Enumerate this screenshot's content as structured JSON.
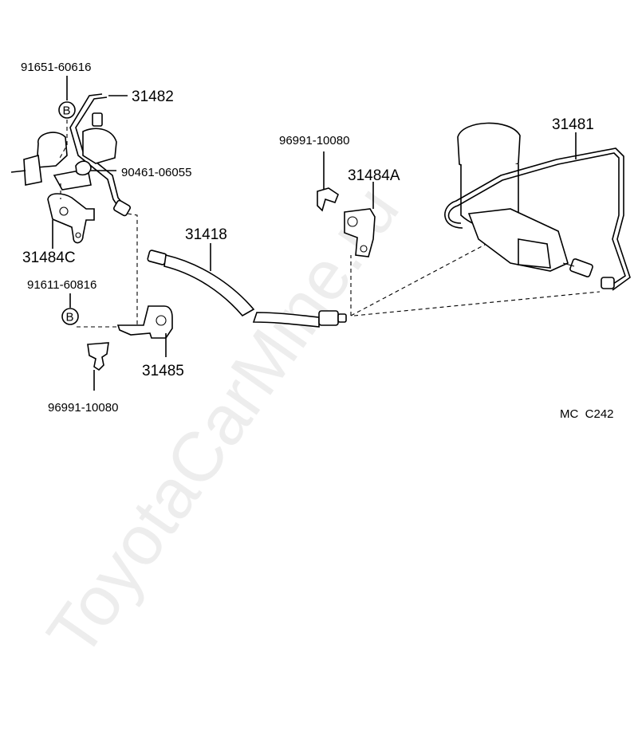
{
  "part_labels": {
    "p91651": "91651-60616",
    "p31482": "31482",
    "p90461": "90461-06055",
    "p31484c": "31484C",
    "p91611": "91611-60816",
    "p31418": "31418",
    "p96991_top": "96991-10080",
    "p31484a": "31484A",
    "p31481": "31481",
    "p31485": "31485",
    "p96991_bottom": "96991-10080"
  },
  "bolt_marker": "B",
  "diagram_code": "MC  C242",
  "watermark": "ToyotaCarMine.ru"
}
